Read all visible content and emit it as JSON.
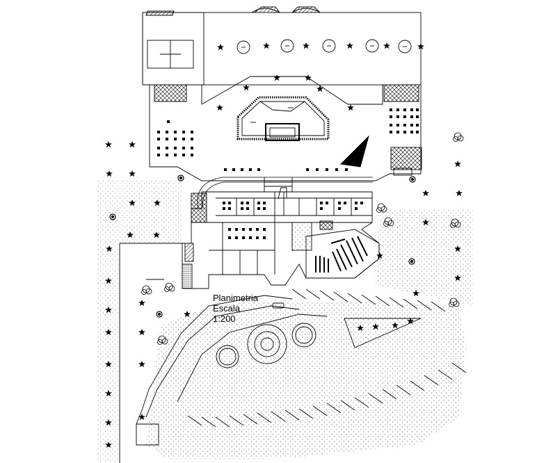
{
  "drawing": {
    "title_line_1": "Planimetria",
    "title_line_2": "Escala",
    "scale": "1:200"
  },
  "colors": {
    "background": "#ffffff",
    "ink": "#000000"
  },
  "icons": {
    "tree_symbol": "star-tree-icon",
    "shrub_symbol": "double-circle-shrub-icon",
    "north_arrow": "north-arrow-icon"
  }
}
